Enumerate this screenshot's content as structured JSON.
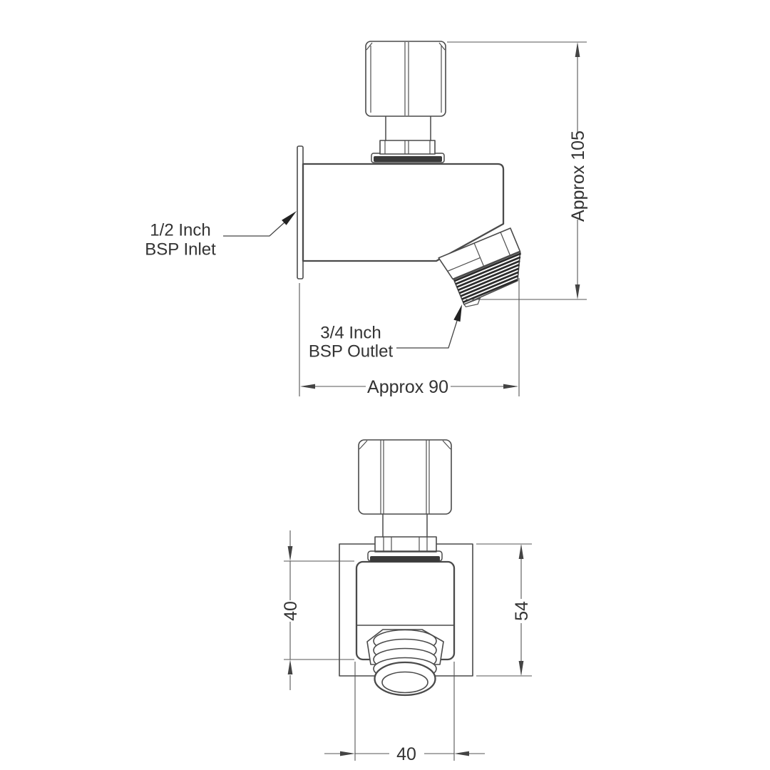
{
  "side_view": {
    "labels": {
      "inlet": {
        "line1": "1/2 Inch",
        "line2": "BSP Inlet"
      },
      "outlet": {
        "line1": "3/4 Inch",
        "line2": "BSP Outlet"
      }
    },
    "dims": {
      "overall_height": "Approx 105",
      "overall_width": "Approx 90"
    }
  },
  "front_view": {
    "dims": {
      "body_height": "40",
      "plate_height": "54",
      "body_width": "40"
    }
  },
  "colors": {
    "outline": "#4a4a4a",
    "dim_line": "#555555",
    "text": "#333333",
    "thread": "#2b2b2b",
    "washer": "#3a3a3a",
    "background": "#ffffff"
  }
}
